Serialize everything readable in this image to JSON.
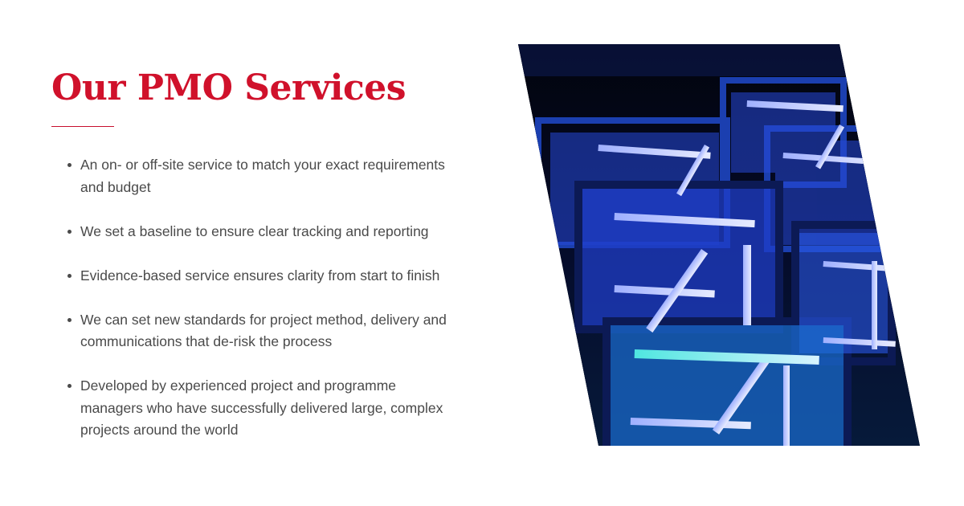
{
  "title": "Our PMO Services",
  "colors": {
    "accent": "#d0112b",
    "body_text": "#4a4a4a",
    "background": "#ffffff"
  },
  "bullets": [
    "An on- or off-site service to match your exact requirements and budget",
    "We set a baseline to ensure clear tracking and reporting",
    "Evidence-based service ensures clarity from start to finish",
    "We can set new standards for project method, delivery and communications that de-risk the process",
    "Developed by experienced project and programme managers who have successfully delivered large, complex projects around the world"
  ],
  "image": {
    "description": "Stacked metal cube frames lit with blue LED light bars against a dark background",
    "shape": "parallelogram"
  }
}
